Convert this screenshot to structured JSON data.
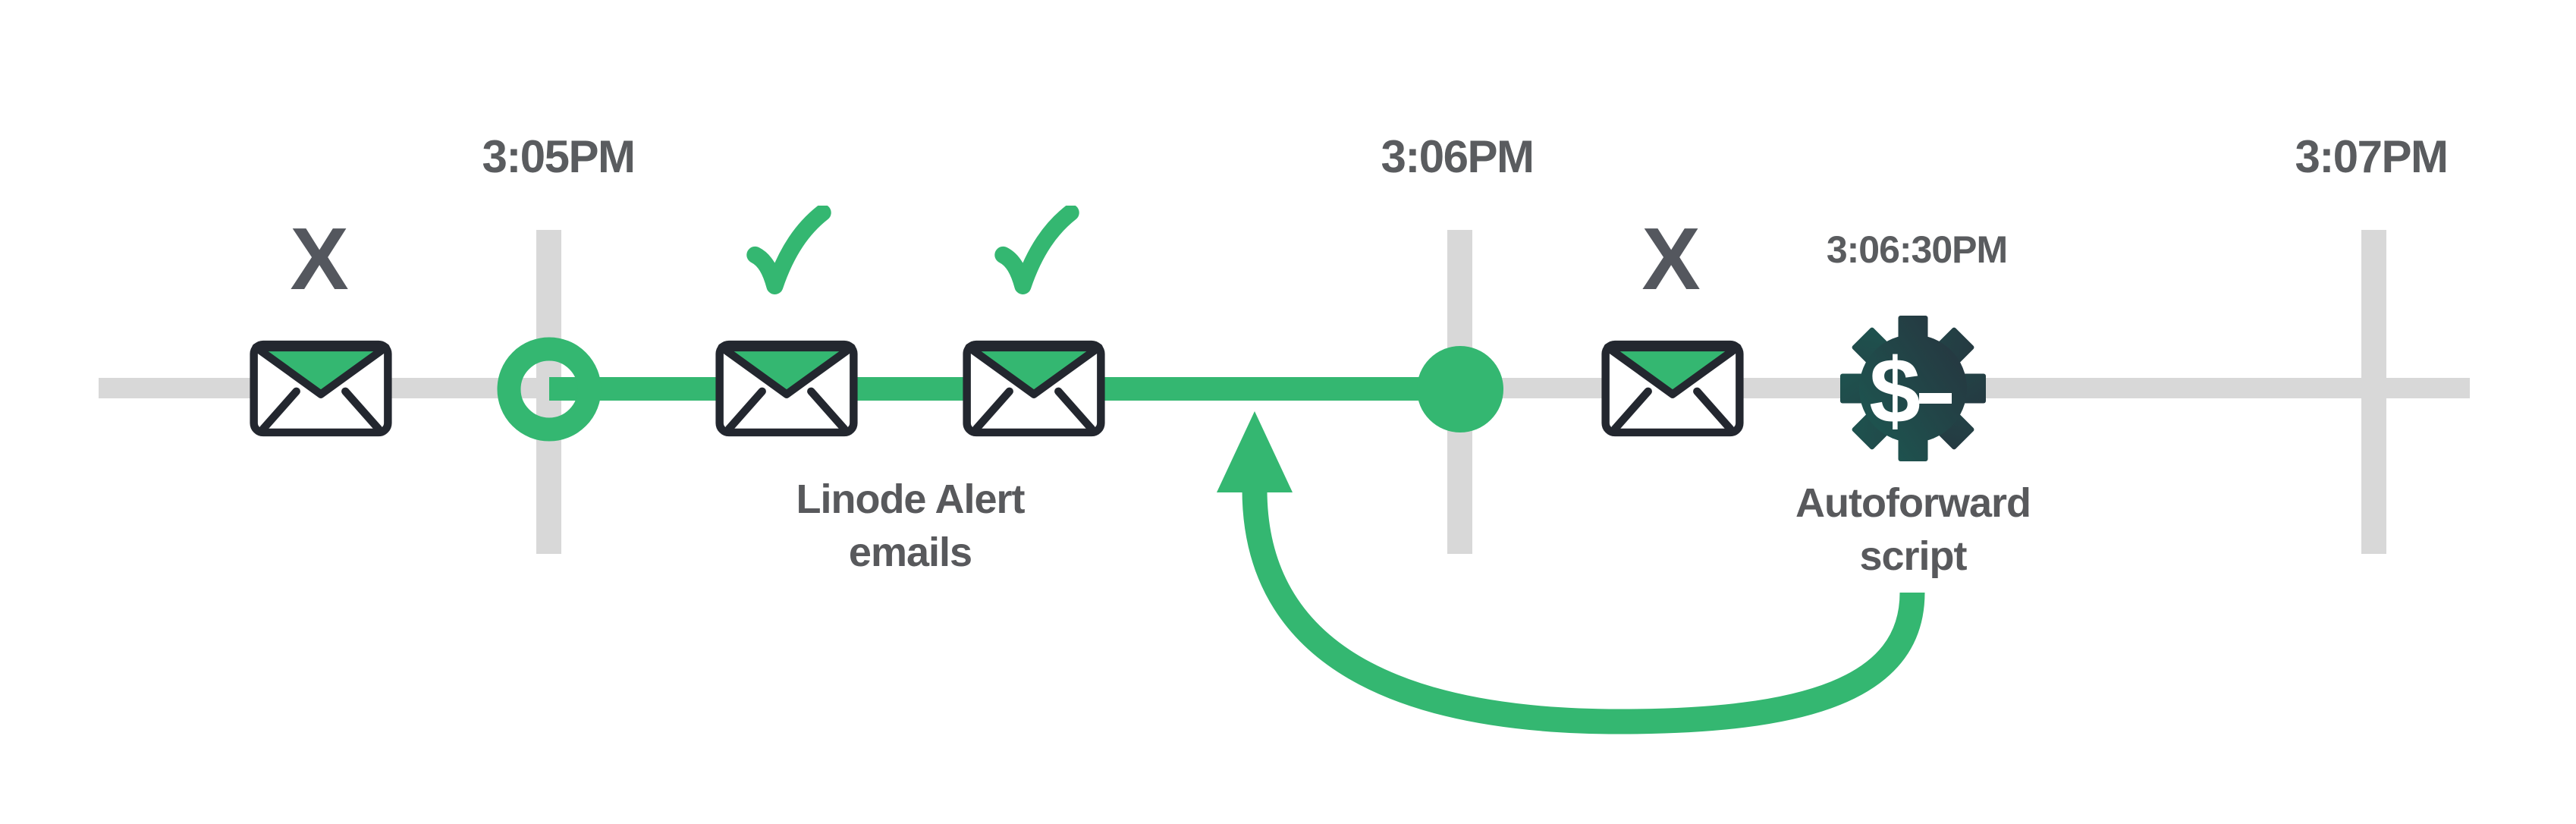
{
  "diagram": {
    "title_implied": "Linode alert email autoforward timeline",
    "background": "#FFFFFF",
    "colors": {
      "accent_green": "#34B771",
      "track_gray": "#D8D8D8",
      "time_text_gray": "#5A5C5F",
      "caption_text_gray": "#58595C",
      "x_mark_gray": "#54575E",
      "envelope_outline": "#23272F",
      "gear_gradient_dark": "#27333E",
      "gear_gradient_teal": "#1C5952",
      "symbol_white": "#FFFFFF"
    },
    "timeline": {
      "tick_labels": [
        {
          "label": "3:05PM"
        },
        {
          "label": "3:06PM"
        },
        {
          "label": "3:07PM"
        }
      ],
      "script_time_label": "3:06:30PM",
      "active_segment": {
        "from": "3:05PM",
        "to": "3:06PM"
      }
    },
    "markers": {
      "x_mark": "X",
      "check_mark_meaning": "email delivered",
      "x_mark_meaning": "email missed"
    },
    "emails": [
      {
        "status": "missed",
        "marker": "X",
        "position": "before 3:05PM"
      },
      {
        "status": "delivered",
        "marker": "check",
        "position": "after 3:05PM"
      },
      {
        "status": "delivered",
        "marker": "check",
        "position": "before 3:06PM"
      },
      {
        "status": "missed",
        "marker": "X",
        "position": "after 3:06PM"
      }
    ],
    "captions": {
      "alert_emails": {
        "line1": "Linode Alert",
        "line2": "emails"
      },
      "autoforward": {
        "line1": "Autoforward",
        "line2": "script"
      }
    },
    "icons": {
      "envelope": "envelope-icon",
      "check": "check-icon",
      "x": "x-icon",
      "gear_dollar": "gear-script-icon ($_)",
      "arrow": "curved-arrow-up"
    },
    "gear_symbol": "$_"
  }
}
